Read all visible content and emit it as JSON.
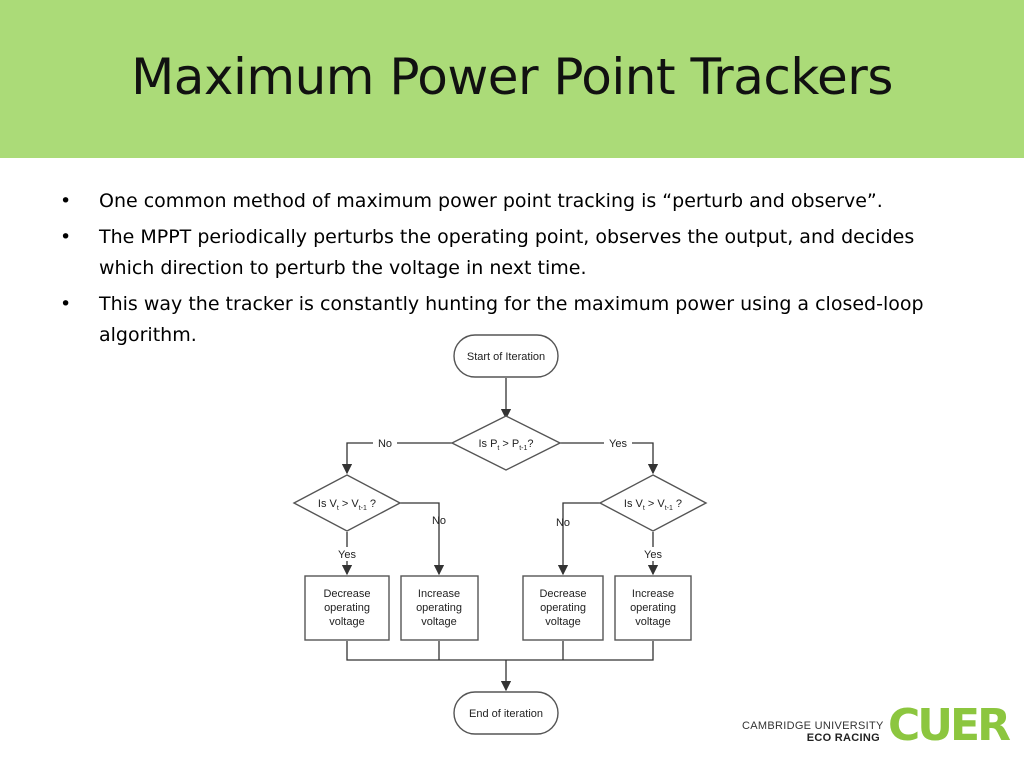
{
  "slide": {
    "title": "Maximum Power Point Trackers",
    "header_color": "#abdb78",
    "bullets": [
      "One common method of maximum power point tracking is “perturb and observe”.",
      "The MPPT periodically perturbs the operating point, observes the output, and decides which direction to perturb the voltage in next time.",
      "This way the tracker is constantly hunting for the maximum power using a closed-loop algorithm."
    ]
  },
  "flowchart": {
    "start": "Start of Iteration",
    "decision_power": {
      "base1": "Is P",
      "sub1": "t",
      "mid": " > P",
      "sub2": "t-1",
      "end": "?"
    },
    "decision_voltage": {
      "base1": "Is V",
      "sub1": "t",
      "mid": " > V",
      "sub2": "t-1",
      "end": " ?"
    },
    "edge_no": "No",
    "edge_yes": "Yes",
    "box_decrease": [
      "Decrease",
      "operating",
      "voltage"
    ],
    "box_increase": [
      "Increase",
      "operating",
      "voltage"
    ],
    "end": "End of iteration"
  },
  "logo": {
    "line1": "CAMBRIDGE UNIVERSITY",
    "line2": "ECO RACING",
    "mark": "CUER",
    "color": "#8cc63f"
  }
}
